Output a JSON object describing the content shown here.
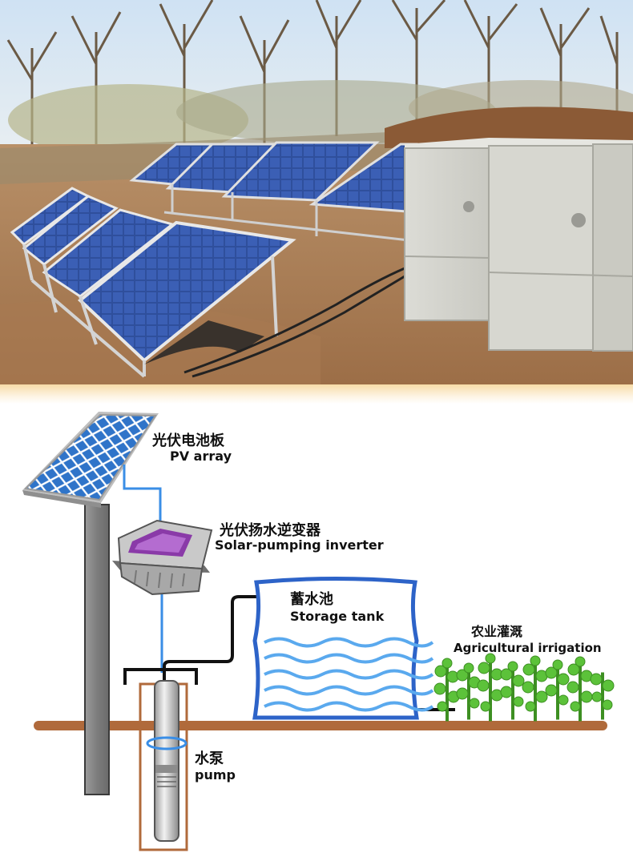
{
  "labels": {
    "pv_array": {
      "zh": "光伏电池板",
      "en": "PV array"
    },
    "inverter": {
      "zh": "光伏扬水逆变器",
      "en": "Solar-pumping inverter"
    },
    "storage_tank": {
      "zh": "蓄水池",
      "en": "Storage tank"
    },
    "irrigation": {
      "zh": "农业灌溉",
      "en": "Agricultural irrigation"
    },
    "pump": {
      "zh": "水泵",
      "en": "pump"
    }
  },
  "colors": {
    "wire_blue": "#3a8ee6",
    "ground_pipe": "#b06a3b",
    "tank_outline": "#2d63c8",
    "water_wave": "#5aa9ee",
    "pole_gray": "#8a8a8a",
    "plant_green": "#5cc23a"
  }
}
